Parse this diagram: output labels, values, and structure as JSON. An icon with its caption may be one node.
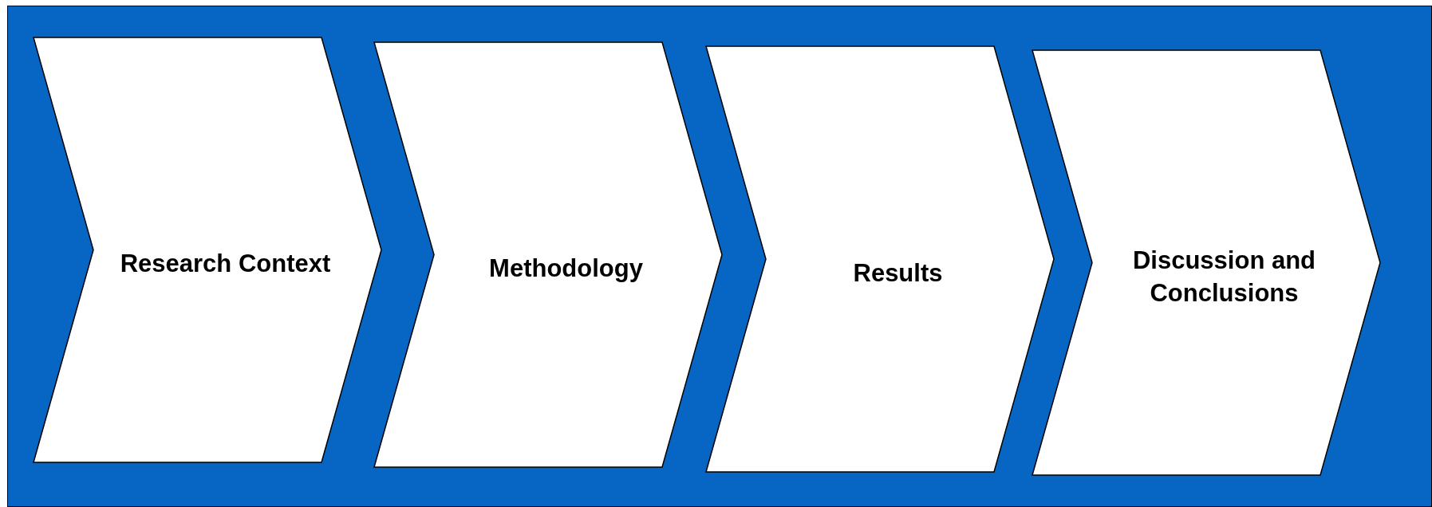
{
  "diagram": {
    "nodes": [
      {
        "text": [
          "Research Context"
        ]
      },
      {
        "text": [
          "Methodology"
        ]
      },
      {
        "text": [
          "Results"
        ]
      },
      {
        "text": [
          "Discussion and Conclusions"
        ]
      }
    ]
  }
}
